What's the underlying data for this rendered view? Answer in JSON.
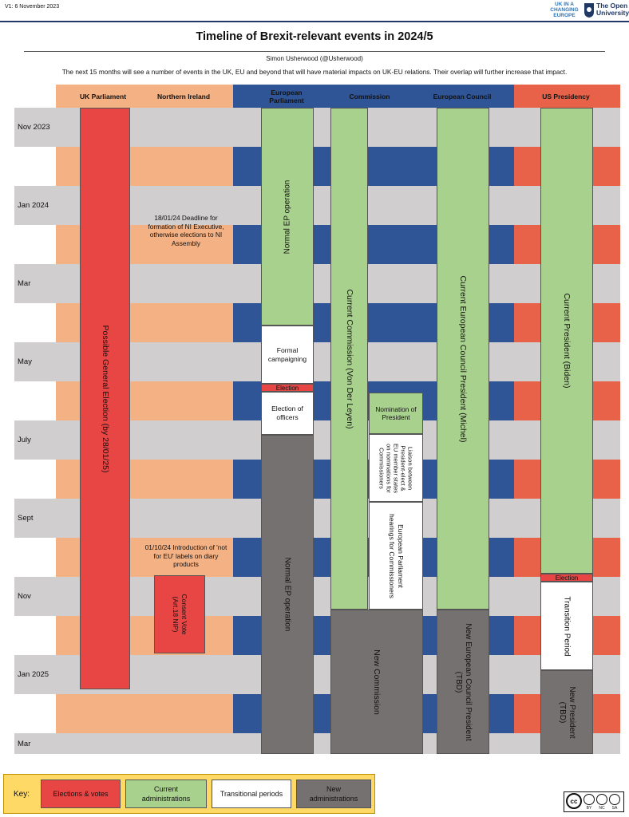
{
  "header": {
    "version": "V1: 6 November 2023",
    "logo_ukic": [
      "UK IN A",
      "CHANGING",
      "EUROPE"
    ],
    "logo_ou": [
      "The Open",
      "University"
    ]
  },
  "title": "Timeline of Brexit-relevant events in 2024/5",
  "author": "Simon Usherwood (@Usherwood)",
  "intro": "The next 15 months will see a number of events in the UK, EU and beyond that will have material impacts on UK-EU relations. Their overlap will further increase that impact.",
  "columns": {
    "uk_parliament": "UK Parliament",
    "northern_ireland": "Northern Ireland",
    "european_parliament": "European Parliament",
    "commission": "Commission",
    "european_council": "European Council",
    "us_presidency": "US Presidency"
  },
  "months": [
    "Nov 2023",
    "",
    "Jan 2024",
    "",
    "Mar",
    "",
    "May",
    "",
    "July",
    "",
    "Sept",
    "",
    "Nov",
    "",
    "Jan 2025",
    "",
    "Mar"
  ],
  "events": {
    "uk_election": "Possible General Election (by 28/01/25)",
    "ni_deadline": "18/01/24 Deadline for formation of NI Executive, otherwise elections to NI Assembly",
    "ni_labels": "01/10/24 Introduction of 'not for EU' labels on diary products",
    "consent_vote": [
      "Consent Vote",
      "(Art.18 NIP)"
    ],
    "ep_normal_1": "Normal EP operation",
    "ep_campaigning": "Formal campaigning",
    "ep_election": "Election",
    "ep_officers": "Election of officers",
    "ep_normal_2": "Normal EP operation",
    "com_current": "Current Commission (Von Der Leyen)",
    "com_nomination": "Nomination of President",
    "com_liaison": [
      "Liaison between",
      "President-elect &",
      "EU member states",
      "on nominations for",
      "Commissioners"
    ],
    "com_hearings": [
      "European Parliament",
      "hearings for Commissioners"
    ],
    "com_new": "New Commission",
    "ec_current": "Current European Council President (Michel)",
    "ec_new": [
      "New European Council President",
      "(TBD)"
    ],
    "us_current": "Current President (Biden)",
    "us_election": "Election",
    "us_transition": "Transition Period",
    "us_new": [
      "New President",
      "(TBD)"
    ]
  },
  "key": {
    "label": "Key:",
    "items": [
      "Elections & votes",
      "Current administrations",
      "Transitional periods",
      "New administrations"
    ]
  },
  "license": [
    "BY",
    "NC",
    "SA"
  ],
  "colors": {
    "uk": "#f4b183",
    "eu": "#2f5597",
    "us": "#e8624a",
    "grey_row": "#d0cece",
    "election": "#e84545",
    "current": "#a9d18e",
    "transition": "#ffffff",
    "new_admin": "#767171",
    "key_bg": "#ffd966",
    "header_rule": "#1f3864"
  }
}
